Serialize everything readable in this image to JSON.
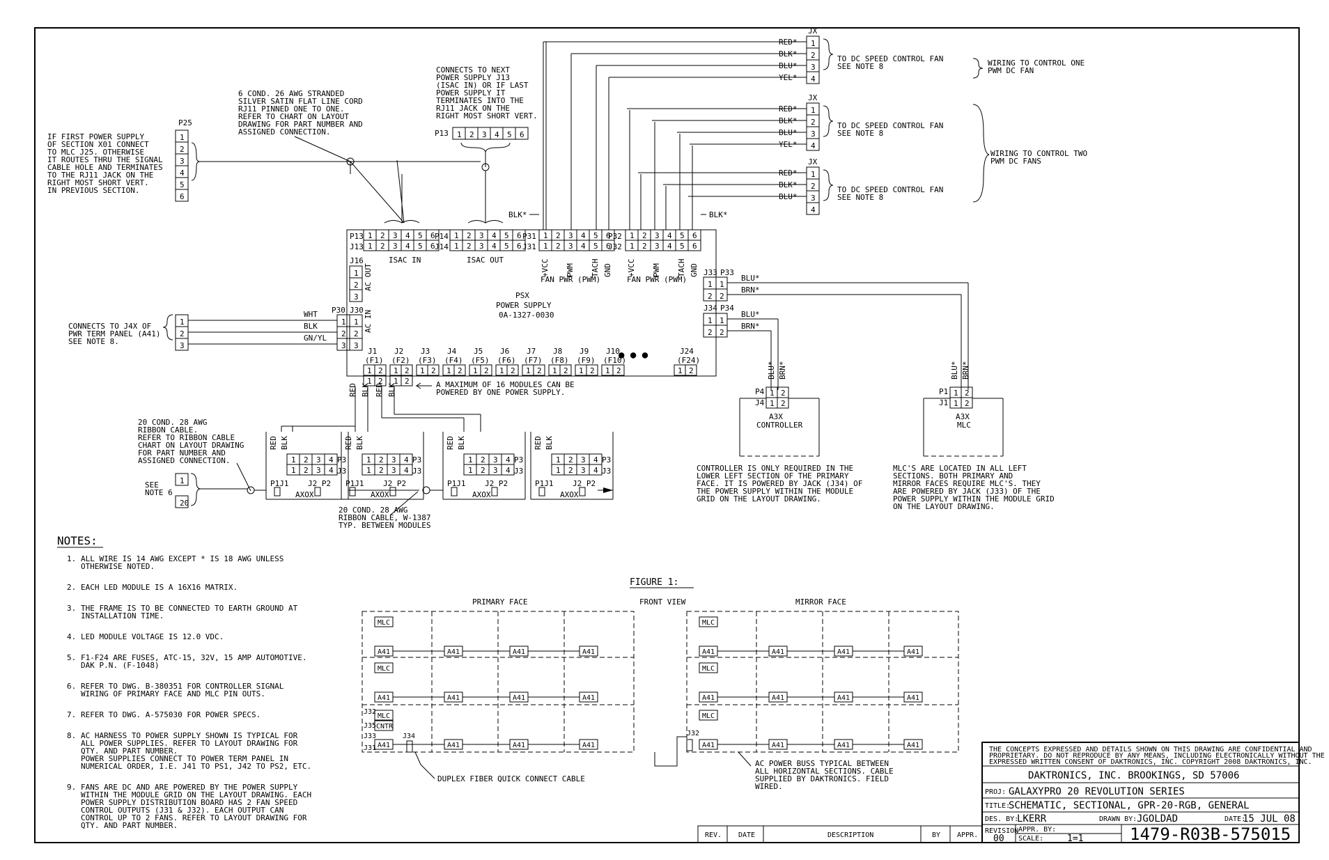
{
  "notes_heading": "NOTES:",
  "notes": [
    [
      "1.",
      "ALL WIRE IS 14 AWG EXCEPT * IS  18 AWG UNLESS",
      "OTHERWISE NOTED."
    ],
    [
      "2.",
      "EACH LED MODULE IS A 16X16 MATRIX."
    ],
    [
      "3.",
      "THE FRAME IS TO BE CONNECTED TO EARTH GROUND AT",
      "INSTALLATION TIME."
    ],
    [
      "4.",
      "LED MODULE VOLTAGE IS 12.0 VDC."
    ],
    [
      "5.",
      "F1-F24 ARE FUSES, ATC-15, 32V, 15 AMP AUTOMOTIVE.",
      "DAK P.N. (F-1048)"
    ],
    [
      "6.",
      "REFER TO DWG. B-380351 FOR CONTROLLER SIGNAL",
      "WIRING OF PRIMARY FACE AND MLC PIN OUTS."
    ],
    [
      "7.",
      "REFER TO DWG. A-575030 FOR POWER SPECS."
    ],
    [
      "8.",
      "AC HARNESS TO POWER SUPPLY SHOWN IS TYPICAL FOR",
      "ALL POWER SUPPLIES. REFER TO LAYOUT DRAWING FOR",
      "QTY. AND PART NUMBER.",
      "POWER SUPPLIES CONNECT TO POWER TERM PANEL IN",
      "NUMERICAL ORDER, I.E. J41 TO PS1, J42 TO PS2, ETC."
    ],
    [
      "9.",
      "FANS ARE DC AND ARE POWERED BY THE POWER SUPPLY",
      "WITHIN THE MODULE GRID ON THE LAYOUT DRAWING. EACH",
      "POWER SUPPLY DISTRIBUTION BOARD HAS 2 FAN SPEED",
      "CONTROL OUTPUTS (J31 & J32). EACH OUTPUT CAN",
      "CONTROL UP TO 2 FANS. REFER TO LAYOUT DRAWING FOR",
      "QTY. AND PART NUMBER."
    ]
  ],
  "callouts": {
    "first_ps": [
      "IF FIRST POWER SUPPLY",
      "OF SECTION X01 CONNECT",
      "TO MLC J25. OTHERWISE",
      "IT ROUTES THRU THE SIGNAL",
      "CABLE HOLE AND TERMINATES",
      "TO THE RJ11 JACK ON THE",
      "RIGHT MOST SHORT VERT.",
      "IN PREVIOUS SECTION."
    ],
    "cord": [
      "6 COND. 26 AWG STRANDED",
      "SILVER SATIN FLAT LINE CORD",
      "RJ11 PINNED ONE TO ONE.",
      "REFER TO CHART ON LAYOUT",
      "DRAWING FOR PART NUMBER AND",
      "ASSIGNED CONNECTION."
    ],
    "next_ps": [
      "CONNECTS TO NEXT",
      "POWER SUPPLY J13",
      "(ISAC IN) OR IF LAST",
      "POWER SUPPLY IT",
      "TERMINATES INTO THE",
      "RJ11 JACK ON THE",
      "RIGHT MOST SHORT VERT."
    ],
    "j4x": [
      "CONNECTS TO J4X OF",
      "PWR TERM PANEL (A41)",
      "SEE NOTE 8."
    ],
    "max_modules": [
      "A MAXIMUM OF 16 MODULES CAN BE",
      "POWERED BY ONE POWER SUPPLY."
    ],
    "ribbon_top": [
      "20 COND. 28 AWG",
      "RIBBON CABLE.",
      "REFER TO RIBBON CABLE",
      "CHART ON LAYOUT DRAWING",
      "FOR PART NUMBER AND",
      "ASSIGNED CONNECTION."
    ],
    "see_note6": [
      "SEE",
      "NOTE 6"
    ],
    "ribbon_bottom": [
      "20 COND. 28 AWG",
      "RIBBON CABLE,  W-1387",
      "TYP. BETWEEN MODULES"
    ],
    "controller_note": [
      "CONTROLLER IS ONLY REQUIRED IN THE",
      "LOWER LEFT SECTION OF THE PRIMARY",
      "FACE. IT IS POWERED BY JACK (J34) OF",
      "THE POWER SUPPLY WITHIN THE MODULE",
      "GRID ON THE LAYOUT DRAWING."
    ],
    "mlc_note": [
      "MLC'S ARE LOCATED IN ALL LEFT",
      "SECTIONS. BOTH PRIMARY AND",
      "MIRROR FACES REQUIRE MLC'S. THEY",
      "ARE POWERED BY JACK (J33) OF THE",
      "POWER SUPPLY WITHIN THE MODULE GRID",
      "ON THE LAYOUT DRAWING."
    ],
    "fan_ctrl": [
      "TO DC SPEED CONTROL FAN",
      "SEE NOTE 8"
    ],
    "one_fan": [
      "WIRING TO CONTROL ONE",
      "PWM DC FAN"
    ],
    "two_fans": [
      "WIRING TO CONTROL TWO",
      "PWM DC FANS"
    ],
    "duplex": "DUPLEX FIBER QUICK CONNECT CABLE",
    "ac_buss": [
      "AC POWER BUSS TYPICAL BETWEEN",
      "ALL HORIZONTAL SECTIONS. CABLE",
      "SUPPLIED BY DAKTRONICS. FIELD",
      "WIRED."
    ]
  },
  "psx": {
    "name": "PSX",
    "desc": "POWER SUPPLY",
    "part": "0A-1327-0030",
    "isac_in": "ISAC IN",
    "isac_out": "ISAC OUT",
    "ac_out": "AC OUT",
    "ac_in": "AC IN",
    "fan_pwr": "FAN PWR (PWM)",
    "vcc": "+VCC",
    "pwm": "PWM",
    "tach": "TACH",
    "gnd": "GND"
  },
  "fuses": [
    [
      "J1",
      "(F1)"
    ],
    [
      "J2",
      "(F2)"
    ],
    [
      "J3",
      "(F3)"
    ],
    [
      "J4",
      "(F4)"
    ],
    [
      "J5",
      "(F5)"
    ],
    [
      "J6",
      "(F6)"
    ],
    [
      "J7",
      "(F7)"
    ],
    [
      "J8",
      "(F8)"
    ],
    [
      "J9",
      "(F9)"
    ],
    [
      "J10",
      "(F10)"
    ]
  ],
  "fuse_last": [
    "J24",
    "(F24)"
  ],
  "connectors": {
    "p25": "P25",
    "p13": "P13",
    "j13": "J13",
    "p14": "P14",
    "j14": "J14",
    "p31": "P31",
    "j31": "J31",
    "p32": "P32",
    "j32": "J32",
    "j16": "J16",
    "p30": "P30",
    "j30": "J30",
    "j33": "J33",
    "p33": "P33",
    "j34": "J34",
    "p34": "P34",
    "jx": "JX",
    "p4": "P4",
    "j4": "J4",
    "p1": "P1",
    "j1": "J1",
    "p3": "P3",
    "j3": "J3",
    "p2": "P2",
    "j2": "J2"
  },
  "wires": {
    "red": "RED*",
    "blk": "BLK*",
    "blu": "BLU*",
    "yel": "YEL*",
    "brn": "BRN*",
    "wht": "WHT",
    "blk_ac": "BLK",
    "gnyl": "GN/YL",
    "red_plain": "RED",
    "blk_plain": "BLK"
  },
  "modules": {
    "label": "AXOX",
    "a3x": "A3X",
    "controller": "CONTROLLER",
    "mlc": "MLC"
  },
  "figure": {
    "title": "FIGURE 1:",
    "primary": "PRIMARY FACE",
    "front": "FRONT VIEW",
    "mirror": "MIRROR FACE",
    "mlc": "MLC",
    "a41": "A41",
    "cntr": "CNTR",
    "j32": "J32",
    "j35": "J35",
    "j33": "J33",
    "j31": "J31",
    "j34": "J34"
  },
  "title_block": {
    "confidential": [
      "THE CONCEPTS  EXPRESSED  AND  DETAILS SHOWN ON THIS DRAWING ARE CONFIDENTIAL AND",
      "PROPRIETARY.  DO NOT REPRODUCE BY ANY MEANS, INCLUDING ELECTRONICALLY WITHOUT THE",
      "EXPRESSED WRITTEN CONSENT OF DAKTRONICS, INC.          COPYRIGHT 2008 DAKTRONICS, INC."
    ],
    "company": "DAKTRONICS, INC.   BROOKINGS, SD 57006",
    "proj_label": "PROJ:",
    "proj": "GALAXYPRO 20 REVOLUTION SERIES",
    "title_label": "TITLE:",
    "title": "SCHEMATIC, SECTIONAL, GPR-20-RGB, GENERAL",
    "des_label": "DES. BY:",
    "des": "LKERR",
    "drawn_label": "DRAWN BY:",
    "drawn": "JGOLDAD",
    "date_label": "DATE:",
    "date": "15 JUL 08",
    "revision_label": "REVISION",
    "revision": "00",
    "appr_label": "APPR. BY:",
    "scale_label": "SCALE:",
    "scale": "1=1",
    "dwg": "1479-R03B-575015",
    "rev_cols": [
      "REV.",
      "DATE",
      "DESCRIPTION",
      "BY",
      "APPR."
    ]
  }
}
